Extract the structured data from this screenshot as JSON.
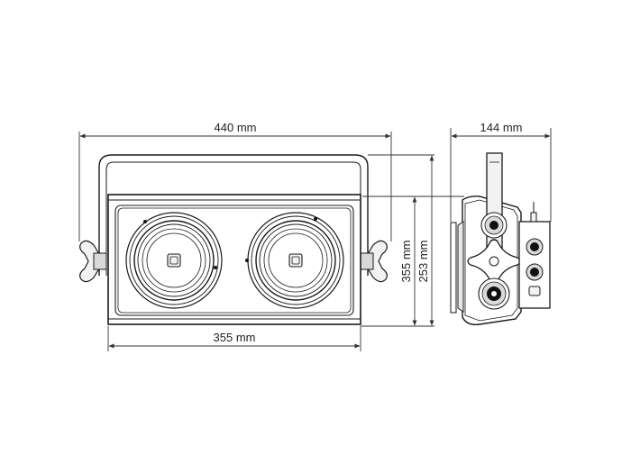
{
  "dimensions": {
    "overall_width": "440 mm",
    "body_width": "355 mm",
    "body_height": "355 mm",
    "overall_height": "253 mm",
    "depth": "144 mm"
  },
  "colors": {
    "line": "#1a1a1a",
    "dim_line": "#333333",
    "light_fill": "#f2f2f2",
    "mid_fill": "#d9d9d9",
    "dark_fill": "#111111"
  }
}
